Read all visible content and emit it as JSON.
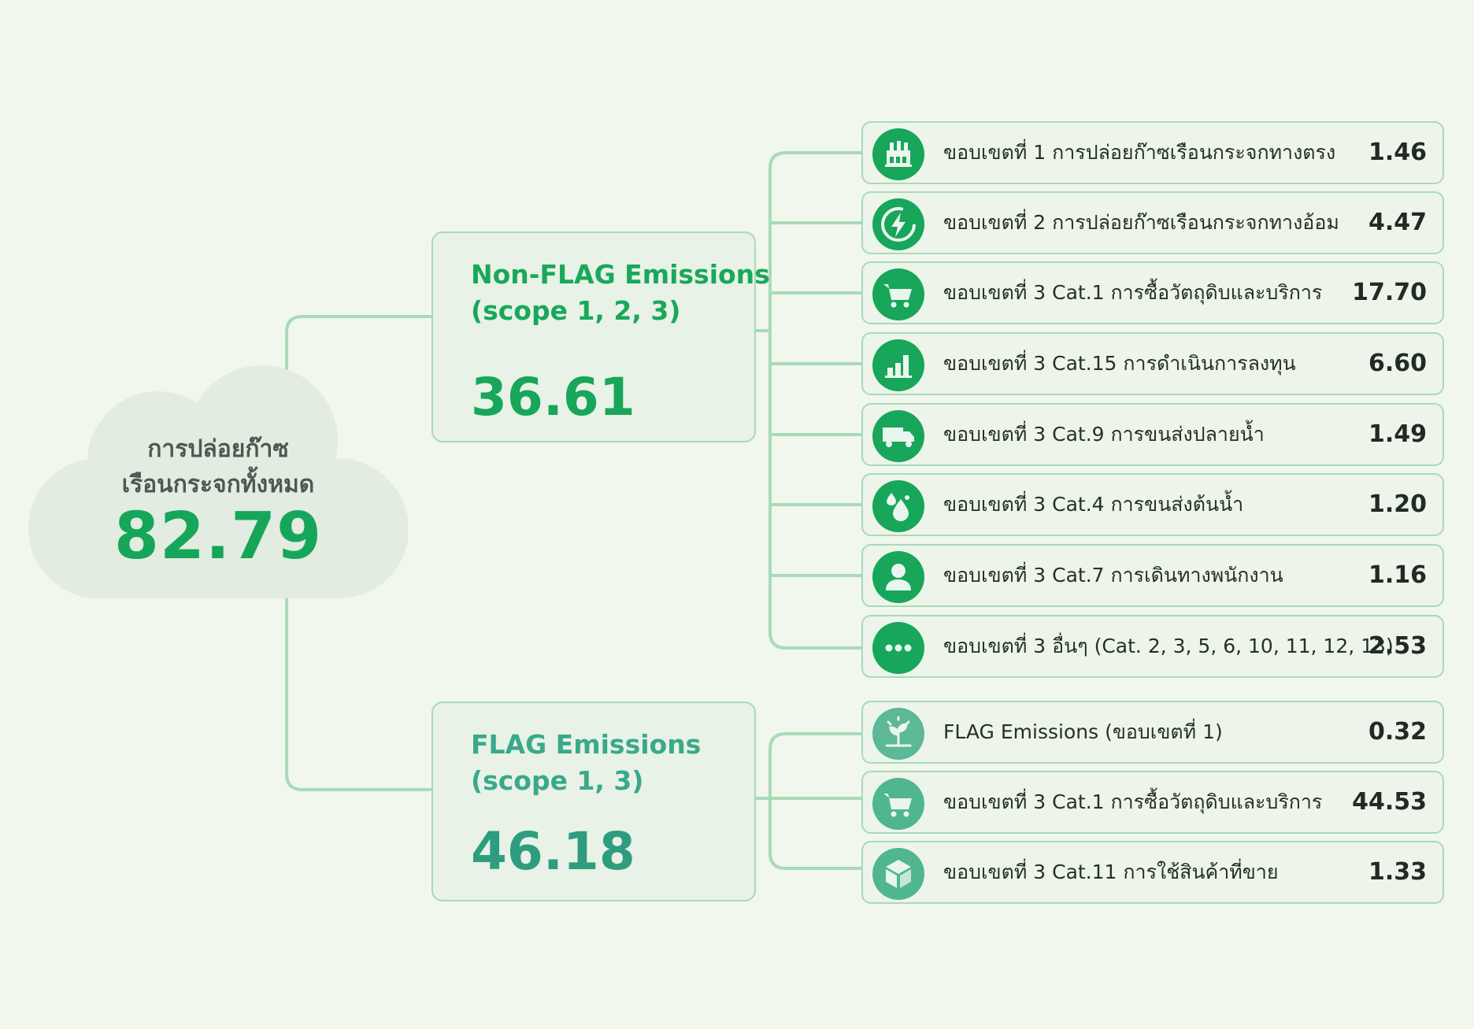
{
  "colors": {
    "background": "#f1f7ec",
    "accent": "#16a65a",
    "flag_accent": "#3aa98a",
    "connector": "#a9dab7",
    "box_fill": "#e8f2e6"
  },
  "total": {
    "title_line1": "การปล่อยก๊าซ",
    "title_line2": "เรือนกระจกทั้งหมด",
    "value": "82.79"
  },
  "groups": [
    {
      "title_line1": "Non-FLAG  Emissions",
      "title_line2": "(scope  1,  2,  3)",
      "value": "36.61",
      "items": [
        {
          "icon": "factory-icon",
          "label": "ขอบเขตที่ 1 การปล่อยก๊าซเรือนกระจกทางตรง",
          "value": "1.46"
        },
        {
          "icon": "lightning-icon",
          "label": "ขอบเขตที่ 2 การปล่อยก๊าซเรือนกระจกทางอ้อม",
          "value": "4.47"
        },
        {
          "icon": "shopping-cart-icon",
          "label": "ขอบเขตที่ 3 Cat.1 การซื้อวัตถุดิบและบริการ",
          "value": "17.70"
        },
        {
          "icon": "bar-chart-icon",
          "label": "ขอบเขตที่ 3 Cat.15 การดำเนินการลงทุน",
          "value": "6.60"
        },
        {
          "icon": "truck-icon",
          "label": "ขอบเขตที่ 3 Cat.9 การขนส่งปลายน้ำ",
          "value": "1.49"
        },
        {
          "icon": "water-drops-icon",
          "label": "ขอบเขตที่ 3 Cat.4 การขนส่งต้นน้ำ",
          "value": "1.20"
        },
        {
          "icon": "person-icon",
          "label": "ขอบเขตที่ 3 Cat.7 การเดินทางพนักงาน",
          "value": "1.16"
        },
        {
          "icon": "more-dots-icon",
          "label": "ขอบเขตที่ 3 อื่นๆ (Cat. 2, 3, 5, 6, 10, 11, 12, 13)",
          "value": "2.53"
        }
      ]
    },
    {
      "title_line1": "FLAG  Emissions",
      "title_line2": "(scope  1,  3)",
      "value": "46.18",
      "items": [
        {
          "icon": "sprout-icon",
          "label": "FLAG Emissions (ขอบเขตที่ 1)",
          "value": "0.32"
        },
        {
          "icon": "shopping-cart-icon",
          "label": "ขอบเขตที่ 3 Cat.1 การซื้อวัตถุดิบและบริการ",
          "value": "44.53"
        },
        {
          "icon": "package-box-icon",
          "label": "ขอบเขตที่ 3 Cat.11 การใช้สินค้าที่ขาย",
          "value": "1.33"
        }
      ]
    }
  ]
}
